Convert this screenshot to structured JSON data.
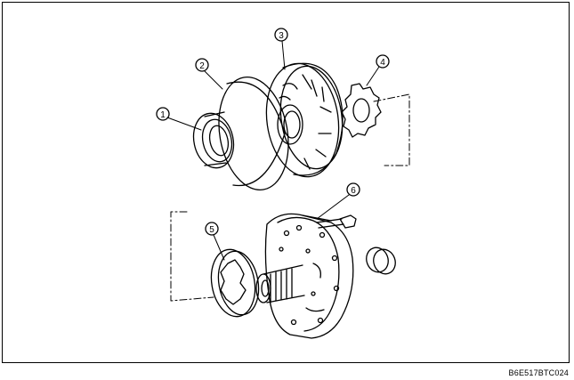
{
  "drawing": {
    "figure_code": "B6E517BTC024",
    "callouts": [
      "1",
      "2",
      "3",
      "4",
      "5",
      "6"
    ]
  },
  "colors": {
    "line": "#000000",
    "background": "#ffffff"
  }
}
